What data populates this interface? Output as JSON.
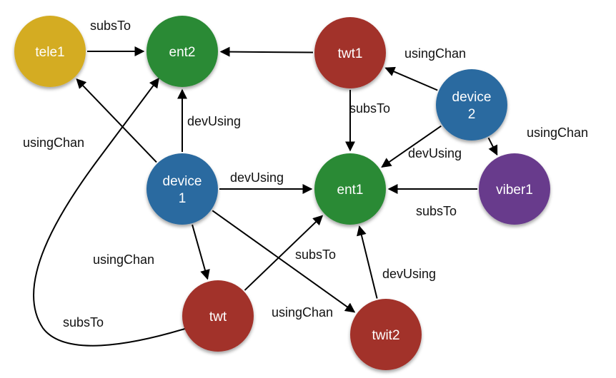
{
  "colors": {
    "telegram": "#d4ac22",
    "entity": "#2b8a34",
    "twitter": "#a2302a",
    "device": "#2c6ba0",
    "viber": "#683a8c"
  },
  "nodes": [
    {
      "id": "tele1",
      "lines": [
        "tele1"
      ],
      "type": "telegram"
    },
    {
      "id": "ent2",
      "lines": [
        "ent2"
      ],
      "type": "entity"
    },
    {
      "id": "twt1",
      "lines": [
        "twt1"
      ],
      "type": "twitter"
    },
    {
      "id": "device2",
      "lines": [
        "device",
        "2"
      ],
      "type": "device"
    },
    {
      "id": "device1",
      "lines": [
        "device",
        "1"
      ],
      "type": "device"
    },
    {
      "id": "ent1",
      "lines": [
        "ent1"
      ],
      "type": "entity"
    },
    {
      "id": "viber1",
      "lines": [
        "viber1"
      ],
      "type": "viber"
    },
    {
      "id": "twt",
      "lines": [
        "twt"
      ],
      "type": "twitter"
    },
    {
      "id": "twit2",
      "lines": [
        "twit2"
      ],
      "type": "twitter"
    }
  ],
  "edges": [
    {
      "from": "tele1",
      "to": "ent2",
      "label": "subsTo"
    },
    {
      "from": "twt1",
      "to": "ent2",
      "label": ""
    },
    {
      "from": "device2",
      "to": "twt1",
      "label": "usingChan"
    },
    {
      "from": "twt1",
      "to": "ent1",
      "label": "subsTo"
    },
    {
      "from": "device2",
      "to": "viber1",
      "label": "usingChan"
    },
    {
      "from": "device2",
      "to": "ent1",
      "label": "devUsing"
    },
    {
      "from": "device1",
      "to": "ent2",
      "label": "devUsing"
    },
    {
      "from": "device1",
      "to": "tele1",
      "label": "usingChan"
    },
    {
      "from": "device1",
      "to": "ent1",
      "label": "devUsing"
    },
    {
      "from": "viber1",
      "to": "ent1",
      "label": "subsTo"
    },
    {
      "from": "device1",
      "to": "twt",
      "label": "usingChan"
    },
    {
      "from": "twt",
      "to": "ent1",
      "label": "subsTo"
    },
    {
      "from": "device1",
      "to": "twit2",
      "label": "usingChan"
    },
    {
      "from": "twit2",
      "to": "ent1",
      "label": "devUsing"
    },
    {
      "from": "twt",
      "to": "ent2",
      "label": "subsTo"
    }
  ]
}
